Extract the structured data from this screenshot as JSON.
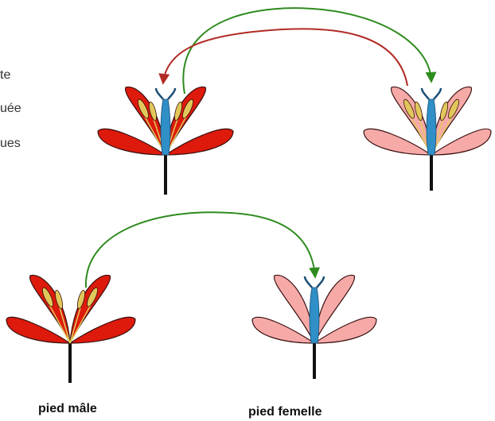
{
  "side_text_fragments": [
    "te",
    "uée",
    "ues"
  ],
  "captions": {
    "male": "pied mâle",
    "female": "pied femelle"
  },
  "colors": {
    "male_petal": "#dd1a0c",
    "female_petal": "#f6aaa8",
    "outline": "#3a1010",
    "stem": "#111111",
    "pistil": "#2f8fc6",
    "anther": "#e2c85a",
    "arrow_green": "#2e8b1e",
    "arrow_red": "#b22a24"
  },
  "flowers": [
    {
      "id": "top-left",
      "sex": "male",
      "has_stamens": true,
      "has_pistil": true
    },
    {
      "id": "top-right",
      "sex": "female",
      "has_stamens": true,
      "has_pistil": true
    },
    {
      "id": "bottom-left",
      "sex": "male",
      "has_stamens": true,
      "has_pistil": false
    },
    {
      "id": "bottom-right",
      "sex": "female",
      "has_stamens": false,
      "has_pistil": true
    }
  ],
  "arrows": [
    {
      "from": "top-left",
      "to": "top-right",
      "color": "green"
    },
    {
      "from": "top-right",
      "to": "top-left",
      "color": "red"
    },
    {
      "from": "bottom-left",
      "to": "bottom-right",
      "color": "green"
    }
  ]
}
